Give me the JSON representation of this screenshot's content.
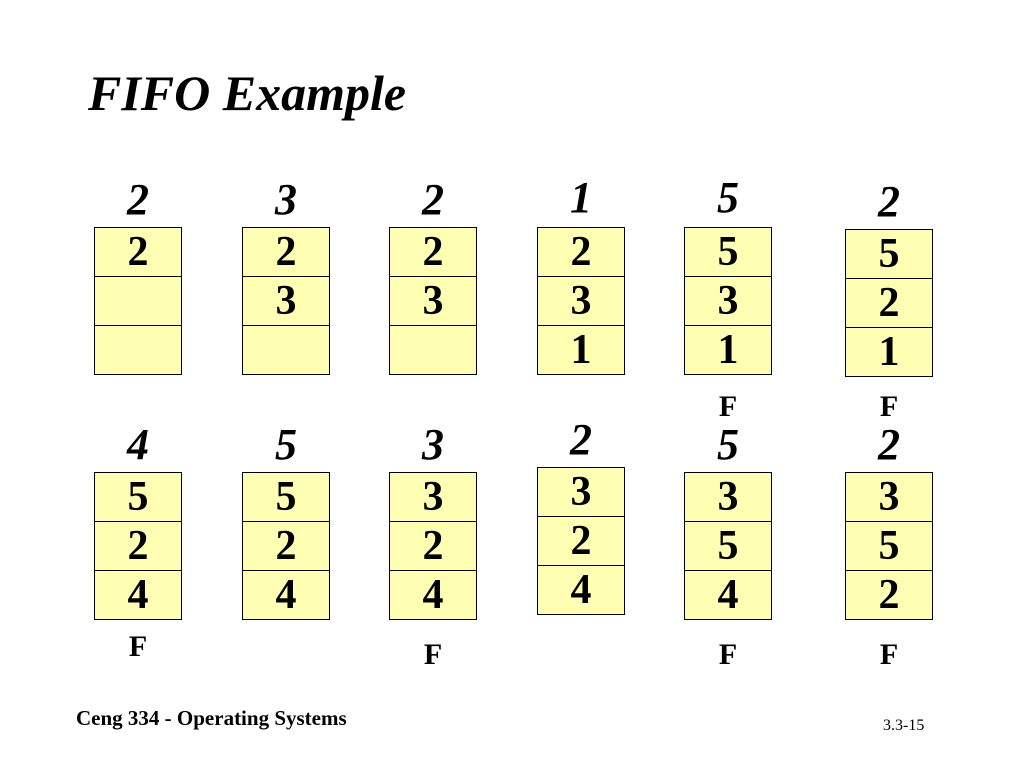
{
  "slide": {
    "title": "FIFO Example",
    "footer_left": "Ceng 334 - Operating Systems",
    "footer_right": "3.3-15"
  },
  "rows": [
    {
      "steps": [
        {
          "reference": "2",
          "frames": [
            "2",
            "",
            ""
          ],
          "fault": ""
        },
        {
          "reference": "3",
          "frames": [
            "2",
            "3",
            ""
          ],
          "fault": ""
        },
        {
          "reference": "2",
          "frames": [
            "2",
            "3",
            ""
          ],
          "fault": ""
        },
        {
          "reference": "1",
          "frames": [
            "2",
            "3",
            "1"
          ],
          "fault": ""
        },
        {
          "reference": "5",
          "frames": [
            "5",
            "3",
            "1"
          ],
          "fault": "F"
        },
        {
          "reference": "2",
          "frames": [
            "5",
            "2",
            "1"
          ],
          "fault": "F"
        }
      ]
    },
    {
      "steps": [
        {
          "reference": "4",
          "frames": [
            "5",
            "2",
            "4"
          ],
          "fault": "F"
        },
        {
          "reference": "5",
          "frames": [
            "5",
            "2",
            "4"
          ],
          "fault": ""
        },
        {
          "reference": "3",
          "frames": [
            "3",
            "2",
            "4"
          ],
          "fault": "F"
        },
        {
          "reference": "2",
          "frames": [
            "3",
            "2",
            "4"
          ],
          "fault": ""
        },
        {
          "reference": "5",
          "frames": [
            "3",
            "5",
            "4"
          ],
          "fault": "F"
        },
        {
          "reference": "2",
          "frames": [
            "3",
            "5",
            "2"
          ],
          "fault": "F"
        }
      ]
    }
  ]
}
